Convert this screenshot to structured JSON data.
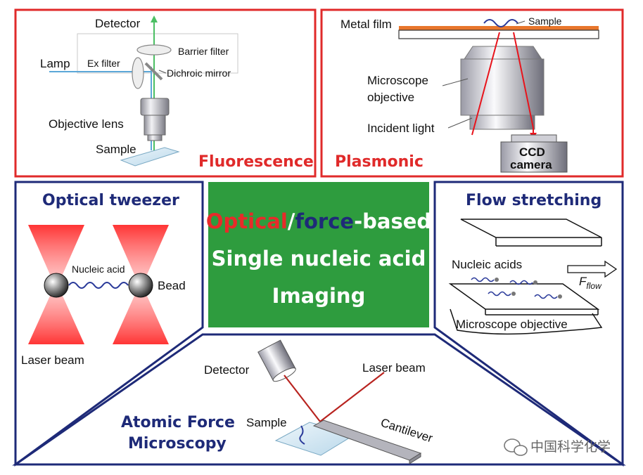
{
  "panels": {
    "fluorescence": {
      "title": "Fluorescence",
      "labels": {
        "detector": "Detector",
        "lamp": "Lamp",
        "ex_filter": "Ex filter",
        "barrier_filter": "Barrier filter",
        "dichroic_mirror": "Dichroic mirror",
        "objective_lens": "Objective lens",
        "sample": "Sample"
      }
    },
    "plasmonic": {
      "title": "Plasmonic",
      "labels": {
        "metal_film": "Metal film",
        "sample": "Sample",
        "microscope_objective_1": "Microscope",
        "microscope_objective_2": "objective",
        "incident_light": "Incident light",
        "ccd_1": "CCD",
        "ccd_2": "camera"
      }
    },
    "center": {
      "word_optical": "Optical",
      "slash": "/",
      "word_force": "force",
      "word_based": "-based",
      "line2": "Single nucleic acid",
      "line3": "Imaging"
    },
    "optical_tweezer": {
      "title": "Optical tweezer",
      "labels": {
        "nucleic_acid": "Nucleic acid",
        "bead": "Bead",
        "laser_beam": "Laser beam"
      }
    },
    "flow_stretching": {
      "title": "Flow stretching",
      "labels": {
        "nucleic_acids": "Nucleic acids",
        "f": "F",
        "flow_sub": "flow",
        "microscope_objective": "Microscope objective"
      }
    },
    "afm": {
      "title_line1": "Atomic Force",
      "title_line2": "Microscopy",
      "labels": {
        "detector": "Detector",
        "laser_beam": "Laser beam",
        "sample": "Sample",
        "cantilever": "Cantilever"
      }
    }
  },
  "watermark": "中国科学化学",
  "colors": {
    "red_frame": "#e02a2a",
    "navy_frame": "#1e2a78",
    "green_center": "#2e9c3e",
    "laser_red": "#e8141c"
  }
}
